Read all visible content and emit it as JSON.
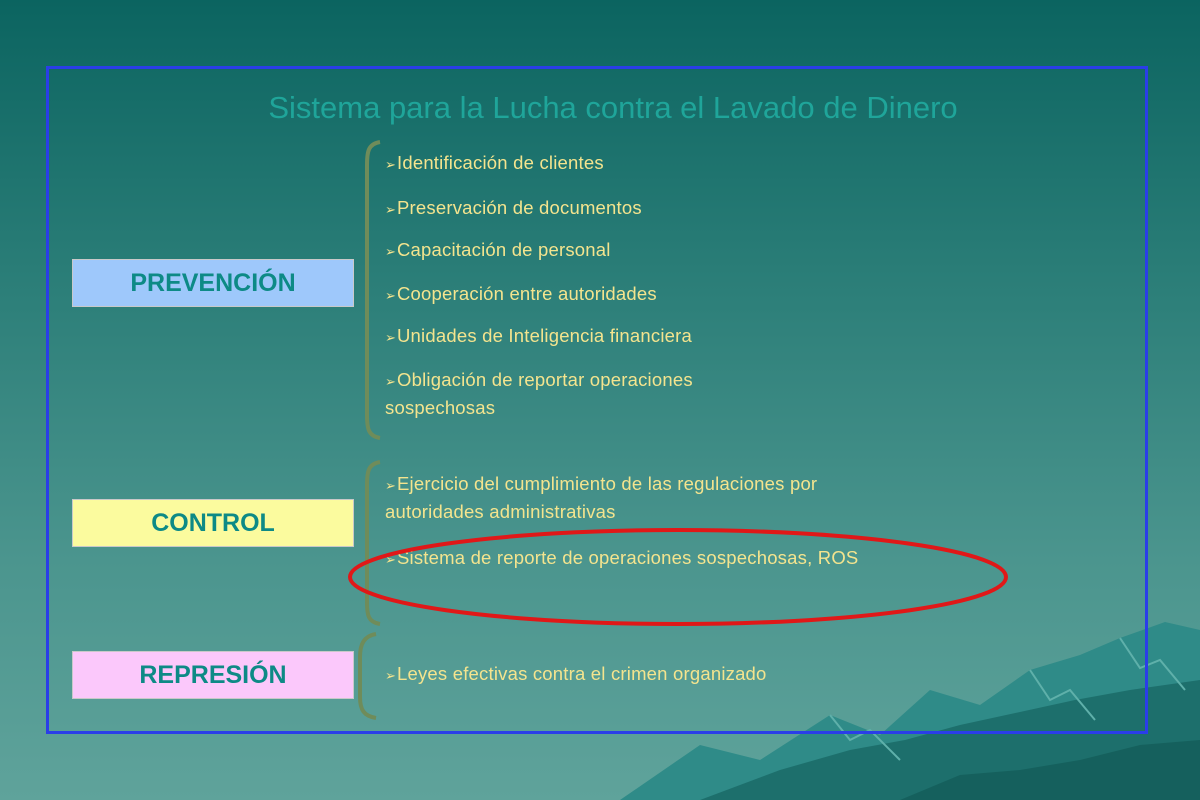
{
  "title": "Sistema para la Lucha contra el Lavado de Dinero",
  "colors": {
    "frame": "#2a3ee8",
    "title": "#1fa59a",
    "item_text": "#f4e48e",
    "category_text": "#0d8a86",
    "bracket": "#6f8c5a",
    "highlight_ellipse": "#e01818"
  },
  "categories": [
    {
      "label": "PREVENCIÓN",
      "color": "#9ec8fb",
      "items": [
        "Identificación de clientes",
        "Preservación de documentos",
        "Capacitación de personal",
        "Cooperación entre autoridades",
        "Unidades de Inteligencia financiera",
        "Obligación de reportar operaciones",
        "sospechosas"
      ]
    },
    {
      "label": "CONTROL",
      "color": "#fbfb9e",
      "items": [
        "Ejercicio del cumplimiento de  las regulaciones por",
        "autoridades administrativas",
        "Sistema de reporte de operaciones sospechosas, ROS"
      ]
    },
    {
      "label": "REPRESIÓN",
      "color": "#fbc8fb",
      "items": [
        "Leyes efectivas contra el crimen organizado"
      ]
    }
  ],
  "bullet_icon": "arrow-bullet-icon"
}
